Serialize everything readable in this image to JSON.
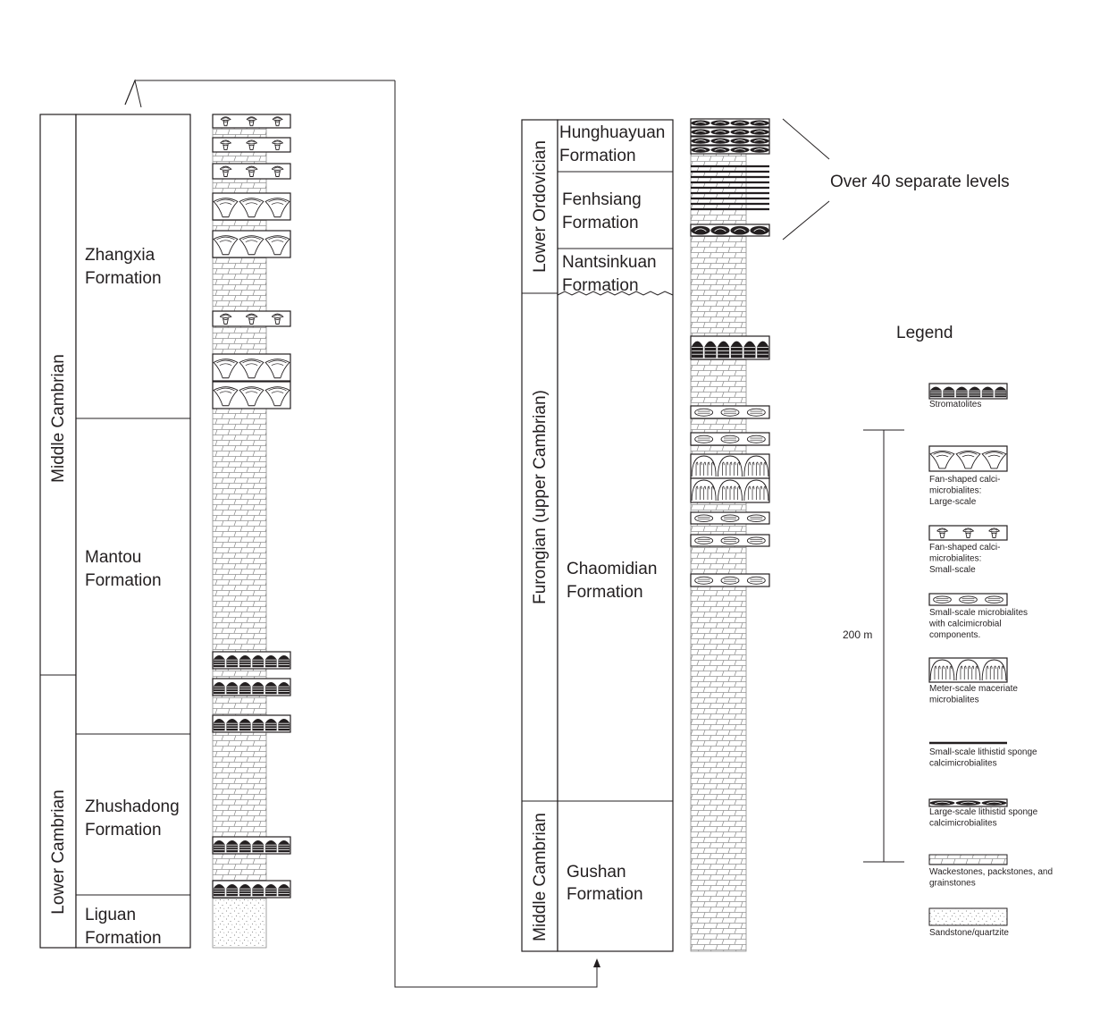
{
  "left_section": {
    "periods": [
      {
        "id": "middle-cambrian",
        "label": "Middle Cambrian"
      },
      {
        "id": "lower-cambrian",
        "label": "Lower Cambrian"
      }
    ],
    "formations": [
      {
        "id": "zhangxia",
        "line1": "Zhangxia",
        "line2": "Formation"
      },
      {
        "id": "mantou",
        "line1": "Mantou",
        "line2": "Formation"
      },
      {
        "id": "zhushadong",
        "line1": "Zhushadong",
        "line2": "Formation"
      },
      {
        "id": "liguan",
        "line1": "Liguan",
        "line2": "Formation"
      }
    ]
  },
  "right_section": {
    "periods": [
      {
        "id": "lower-ordovician",
        "label": "Lower Ordovician"
      },
      {
        "id": "furongian",
        "label": "Furongian (upper Cambrian)"
      },
      {
        "id": "middle-cambrian",
        "label": "Middle Cambrian"
      }
    ],
    "formations": [
      {
        "id": "hunghuayuan",
        "line1": "Hunghuayuan",
        "line2": "Formation"
      },
      {
        "id": "fenhsiang",
        "line1": "Fenhsiang",
        "line2": "Formation"
      },
      {
        "id": "nantsinkuan",
        "line1": "Nantsinkuan",
        "line2": "Formation"
      },
      {
        "id": "chaomidian",
        "line1": "Chaomidian",
        "line2": "Formation"
      },
      {
        "id": "gushan",
        "line1": "Gushan",
        "line2": "Formation"
      }
    ]
  },
  "annotation": {
    "label": "Over 40 separate levels"
  },
  "scale_bar": {
    "label": "200 m",
    "value_m": 200
  },
  "legend": {
    "title": "Legend",
    "items": [
      {
        "id": "stromatolites",
        "lines": [
          "Stromatolites"
        ]
      },
      {
        "id": "fan-large",
        "lines": [
          "Fan-shaped calci-",
          "microbialites:",
          "Large-scale"
        ]
      },
      {
        "id": "fan-small",
        "lines": [
          "Fan-shaped calci-",
          "microbialites:",
          "Small-scale"
        ]
      },
      {
        "id": "small-microbialites",
        "lines": [
          "Small-scale microbialites",
          "with calcimicrobial",
          "components."
        ]
      },
      {
        "id": "maceriate",
        "lines": [
          "Meter-scale maceriate",
          "microbialites"
        ]
      },
      {
        "id": "small-sponge",
        "lines": [
          "Small-scale lithistid sponge",
          "calcimicrobialites"
        ]
      },
      {
        "id": "large-sponge",
        "lines": [
          "Large-scale lithistid sponge",
          "calcimicrobialites"
        ]
      },
      {
        "id": "carbonates",
        "lines": [
          "Wackestones, packstones, and",
          "grainstones"
        ]
      },
      {
        "id": "sandstone",
        "lines": [
          "Sandstone/quartzite"
        ]
      }
    ]
  }
}
